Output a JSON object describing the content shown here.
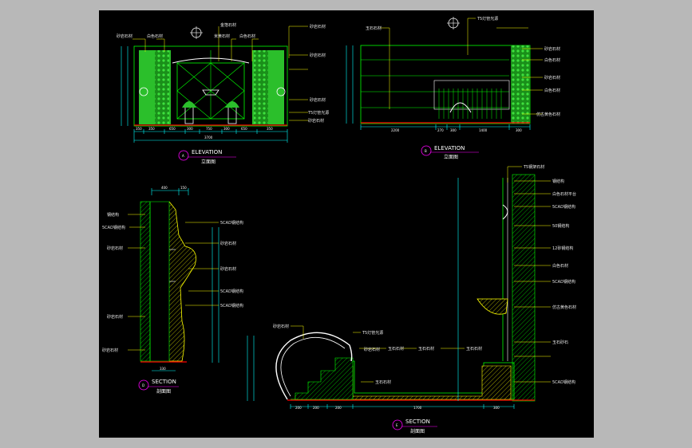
{
  "views": {
    "a": {
      "marker": "A",
      "title": "ELEVATION",
      "subtitle": "立面图"
    },
    "b": {
      "marker": "B",
      "title": "ELEVATION",
      "subtitle": "立面图"
    },
    "d": {
      "marker": "D",
      "title": "SECTION",
      "subtitle": "剖面图"
    },
    "e": {
      "marker": "E",
      "title": "SECTION",
      "subtitle": "剖面图"
    }
  },
  "labels": {
    "a_left_1": "砂岩石材",
    "a_left_2": "白色石材",
    "a_top_1": "金箔石材",
    "a_top_2": "米黄石材",
    "a_top_3": "白色石材",
    "a_right_1": "砂岩石材",
    "a_right_2": "砂岩石材",
    "a_right_3": "砂岩石材",
    "a_right_4": "T5灯管光源",
    "a_right_5": "砂岩石材",
    "b_top_1": "T5灯管光源",
    "b_top_left": "玉石石材",
    "b_right_1": "砂岩石材",
    "b_right_2": "白色石材",
    "b_right_3": "砂岩石材",
    "b_right_4": "白色石材",
    "b_right_5": "仿古黄色石材",
    "d_1": "钢结构",
    "d_2": "5CAD钢结构",
    "d_3": "砂岩石材",
    "d_4": "砂岩石材",
    "d_5": "砂岩石材",
    "d_6": "5CAD钢结构",
    "d_7": "砂岩石材",
    "d_8": "砂岩石材",
    "d_9": "5CAD钢结构",
    "d_10": "5CAD钢结构",
    "e_top": "T5钢架石材",
    "e_1": "钢结构",
    "e_2": "白色石材平台",
    "e_3": "5CAD钢结构",
    "e_4": "50钢结构",
    "e_5": "12砂钢结构",
    "e_6": "白色石材",
    "e_7": "5CAD钢结构",
    "e_8": "仿古黄色石材",
    "e_9": "玉石砂石",
    "e_10": "5CAD钢结构",
    "e_f1": "砂岩石材",
    "e_f2": "T5灯管光源",
    "e_f3": "玉石石材",
    "e_f4": "玉石石材",
    "e_f5": "砂岩石材",
    "e_f6": "玉石石材",
    "e_f7": "玉石石材"
  },
  "dims": {
    "a_bottom": [
      "350",
      "350",
      "650",
      "300",
      "750",
      "300",
      "650",
      "350"
    ],
    "a_total": "3700",
    "b_bottom": [
      "2200",
      "270",
      "300",
      "1400",
      "300"
    ],
    "d_top": [
      "400",
      "150"
    ],
    "d_bottom": "330",
    "e_bottom": [
      "200",
      "200",
      "200",
      "1700",
      "300"
    ]
  },
  "colors": {
    "bg": "#000000",
    "outer": "#b8b8b8",
    "line": "#00ff00",
    "fill_green": "#2bbf2b",
    "callout": "#ffff00",
    "dimension": "#00ffff",
    "marker": "#ff00ff",
    "red": "#ff0000",
    "white": "#ffffff",
    "yellow_fill": "#d8d800"
  }
}
